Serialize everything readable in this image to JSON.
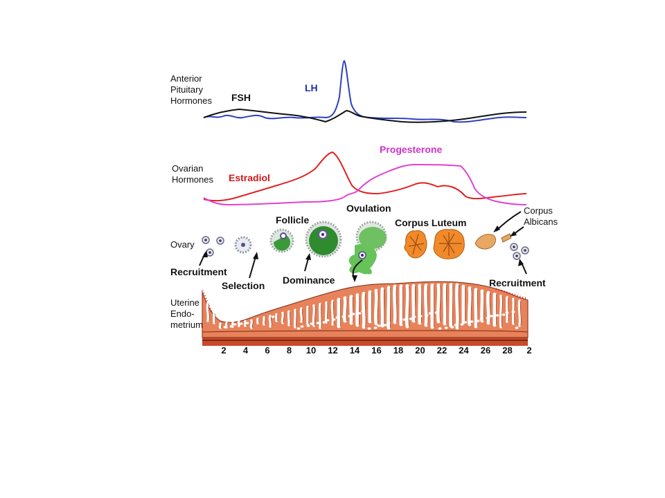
{
  "sections": {
    "anterior_pituitary": [
      "Anterior",
      "Pituitary",
      "Hormones"
    ],
    "ovarian": [
      "Ovarian",
      "Hormones"
    ],
    "ovary": "Ovary",
    "uterine": [
      "Uterine",
      "Endo-",
      "metrium"
    ]
  },
  "hormones": {
    "fsh": "FSH",
    "lh": "LH",
    "estradiol": "Estradiol",
    "progesterone": "Progesterone"
  },
  "stages": {
    "follicle": "Follicle",
    "ovulation": "Ovulation",
    "corpus_luteum": "Corpus Luteum",
    "corpus_albicans": [
      "Corpus",
      "Albicans"
    ],
    "recruitment_left": "Recruitment",
    "selection": "Selection",
    "dominance": "Dominance",
    "recruitment_right": "Recruitment"
  },
  "days": [
    "2",
    "4",
    "6",
    "8",
    "10",
    "12",
    "14",
    "16",
    "18",
    "20",
    "22",
    "24",
    "26",
    "28",
    "2"
  ],
  "colors": {
    "fsh": "#111111",
    "lh": "#2b3fc4",
    "estradiol": "#e02020",
    "progesterone": "#e040d0",
    "lh_label": "#1f2fa8",
    "estradiol_label": "#d01818",
    "progesterone_label": "#d030c8",
    "follicle_green": "#2e8b2e",
    "ovulation_green": "#5fbf4f",
    "luteum": "#f08a2a",
    "endometrium": "#e8825a"
  }
}
